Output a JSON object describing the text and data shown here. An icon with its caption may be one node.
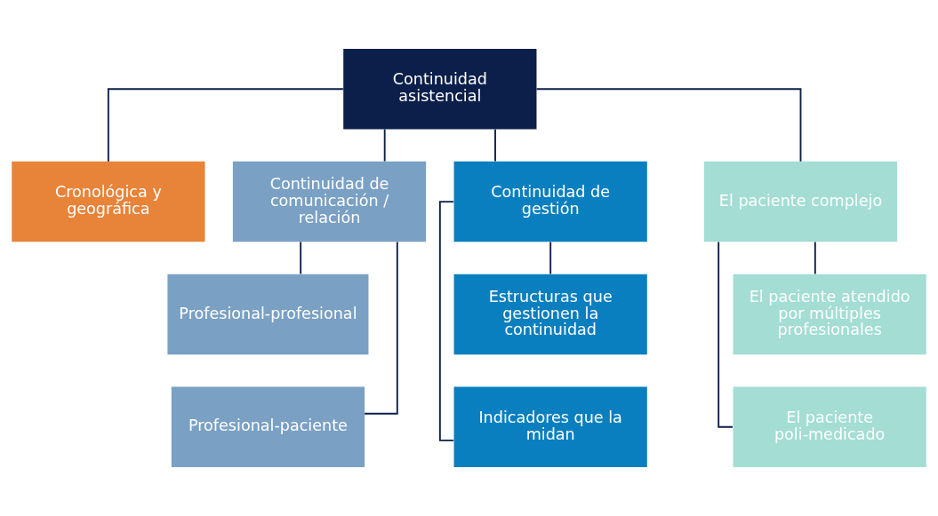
{
  "diagram": {
    "nodes": [
      {
        "text": [
          "Continuidad asistencial"
        ]
      },
      {
        "text": [
          "Cronológica y geográfica"
        ]
      },
      {
        "text": [
          "Continuidad de comunicación / relación"
        ]
      },
      {
        "text": [
          "Continuidad de gestión"
        ]
      },
      {
        "text": [
          "El paciente complejo"
        ]
      },
      {
        "text": [
          "Profesional-profesional"
        ]
      },
      {
        "text": [
          "Profesional-paciente"
        ]
      },
      {
        "text": [
          "Estructuras que gestionen la continuidad"
        ]
      },
      {
        "text": [
          "Indicadores que la midan"
        ]
      },
      {
        "text": [
          "El paciente atendido por múltiples profesionales"
        ]
      },
      {
        "text": [
          "El paciente poli-medicado"
        ]
      }
    ],
    "edges": [
      {
        "from": 0,
        "to": 1,
        "arrow": "none"
      },
      {
        "from": 0,
        "to": 2,
        "arrow": "none"
      },
      {
        "from": 0,
        "to": 3,
        "arrow": "none"
      },
      {
        "from": 0,
        "to": 4,
        "arrow": "none"
      },
      {
        "from": 2,
        "to": 5,
        "arrow": "none"
      },
      {
        "from": 2,
        "to": 6,
        "arrow": "none"
      },
      {
        "from": 3,
        "to": 7,
        "arrow": "none"
      },
      {
        "from": 3,
        "to": 8,
        "arrow": "none"
      },
      {
        "from": 4,
        "to": 9,
        "arrow": "none"
      },
      {
        "from": 4,
        "to": 10,
        "arrow": "none"
      }
    ]
  }
}
